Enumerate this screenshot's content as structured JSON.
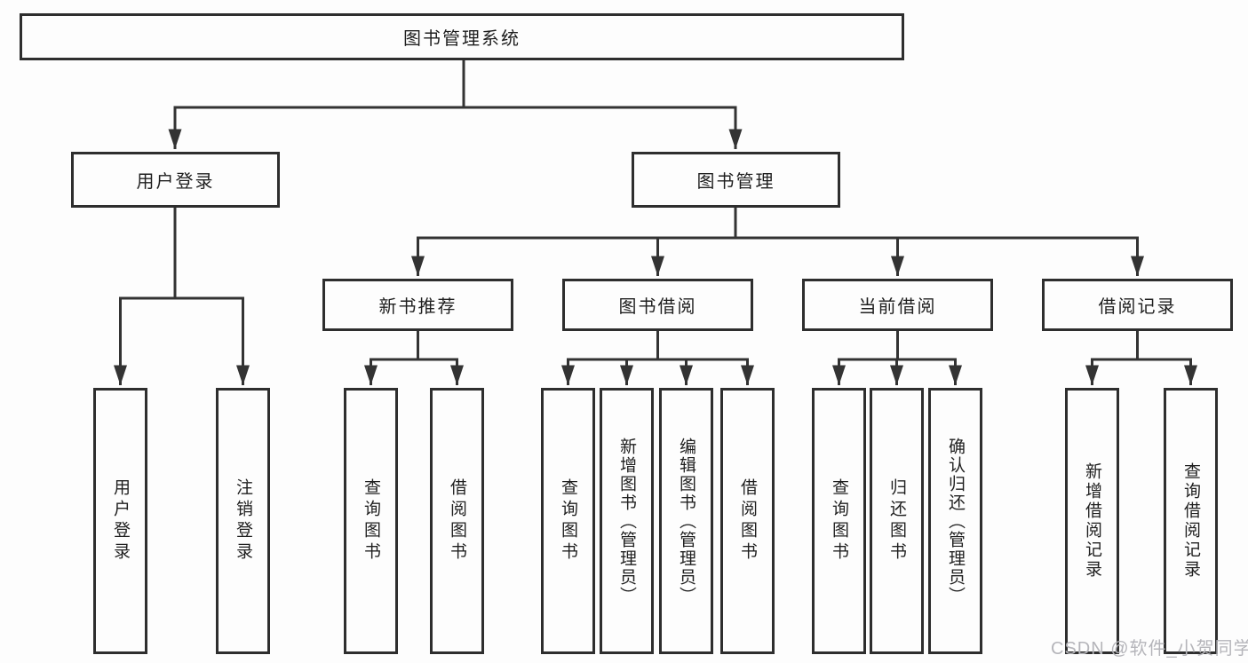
{
  "tree": {
    "label": "图书管理系统",
    "children": [
      {
        "label": "用户登录",
        "children": [
          {
            "label": "用户登录"
          },
          {
            "label": "注销登录"
          }
        ]
      },
      {
        "label": "图书管理",
        "children": [
          {
            "label": "新书推荐",
            "children": [
              {
                "label": "查询图书"
              },
              {
                "label": "借阅图书"
              }
            ]
          },
          {
            "label": "图书借阅",
            "children": [
              {
                "label": "查询图书"
              },
              {
                "label": "新增图书（管理员）"
              },
              {
                "label": "编辑图书（管理员）"
              },
              {
                "label": "借阅图书"
              }
            ]
          },
          {
            "label": "当前借阅",
            "children": [
              {
                "label": "查询图书"
              },
              {
                "label": "归还图书"
              },
              {
                "label": "确认归还（管理员）"
              }
            ]
          },
          {
            "label": "借阅记录",
            "children": [
              {
                "label": "新增借阅记录"
              },
              {
                "label": "查询借阅记录"
              }
            ]
          }
        ]
      }
    ]
  },
  "watermark": {
    "text": "CSDN @软件_小贺同学"
  },
  "colors": {
    "line": "#333333",
    "box_border": "#2e2e2e",
    "text": "#1f1f1f",
    "background": "#fdfdfd",
    "watermark": "#b5b5ba"
  }
}
